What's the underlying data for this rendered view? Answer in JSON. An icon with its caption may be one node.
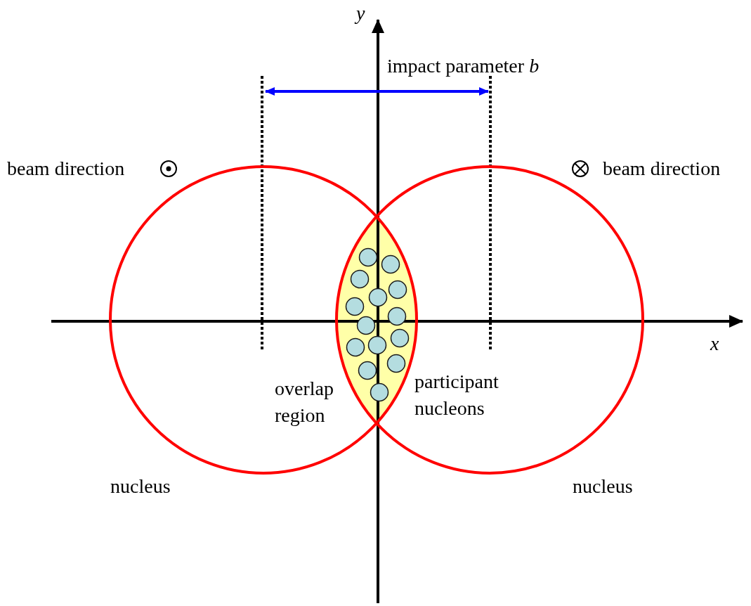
{
  "diagram": {
    "labels": [
      "y",
      "impact parameter *b*",
      "beam direction",
      "beam direction",
      "x",
      "participant nucleons",
      "overlap region",
      "nucleus",
      "nucleus"
    ]
  }
}
